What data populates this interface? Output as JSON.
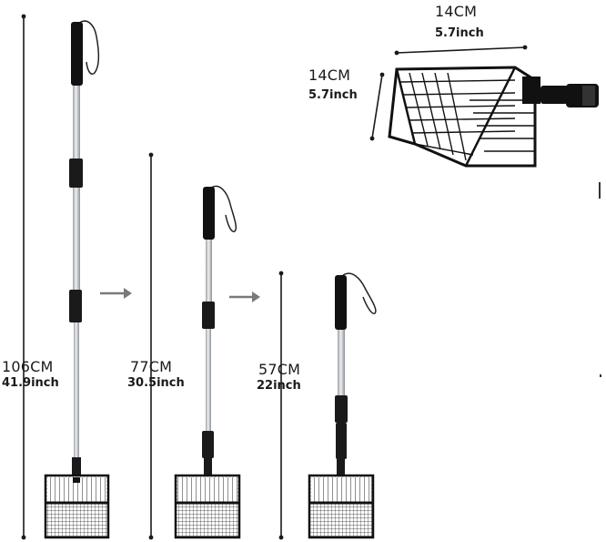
{
  "colors": {
    "handle": "#111111",
    "pole": "#c7c9cc",
    "joint": "#1a1a1a",
    "line": "#1a1a1a",
    "arrow": "#7a7a7a",
    "scoop": "#111111"
  },
  "labels": {
    "scoop_width_cm": "14CM",
    "scoop_width_in": "5.7inch",
    "scoop_height_cm": "14CM",
    "scoop_height_in": "5.7inch",
    "tall_cm": "106CM",
    "tall_in": "41.9inch",
    "mid_cm": "77CM",
    "mid_in": "30.5inch",
    "short_cm": "57CM",
    "short_in": "22inch"
  }
}
